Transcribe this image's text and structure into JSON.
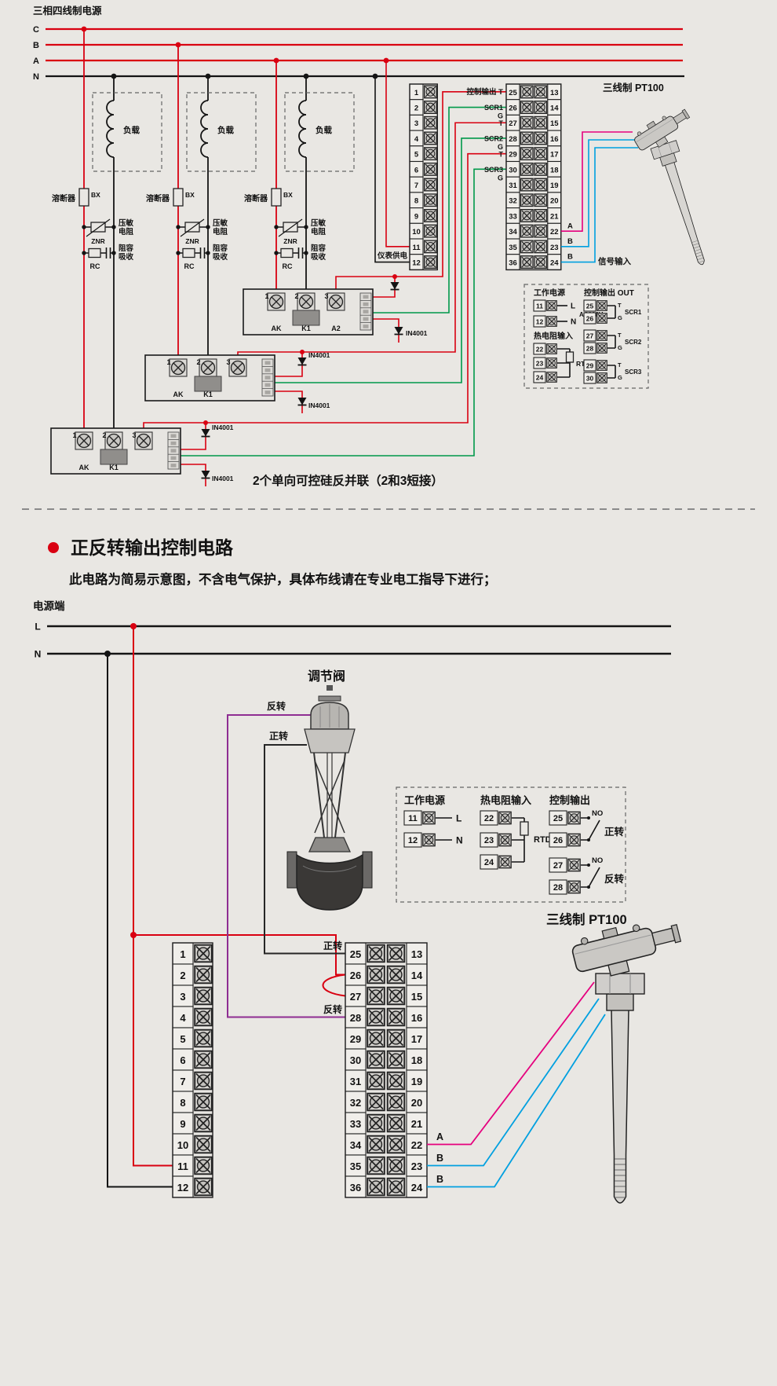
{
  "s1": {
    "title": "三相四线制电源",
    "phases": [
      "C",
      "B",
      "A",
      "N"
    ],
    "load": "负载",
    "fuse": "溶断器",
    "bx": "BX",
    "znr": "ZNR",
    "znr1": "压敏",
    "znr2": "电阻",
    "rc": "RC",
    "rc1": "阻容",
    "rc2": "吸收",
    "diode": "IN4001",
    "mod_nums": [
      "1",
      "2",
      "3"
    ],
    "mods": [
      {
        "t1": "AK",
        "t2": "K1",
        "t3": "A2"
      },
      {
        "t1": "AK",
        "t2": "K1",
        "t3": ""
      },
      {
        "t1": "AK",
        "t2": "K1",
        "t3": ""
      }
    ],
    "block": {
      "colA": [
        "1",
        "2",
        "3",
        "4",
        "5",
        "6",
        "7",
        "8",
        "9",
        "10",
        "11",
        "12"
      ],
      "colBC": [
        {
          "m": "25",
          "r": "13"
        },
        {
          "m": "26",
          "r": "14"
        },
        {
          "m": "27",
          "r": "15"
        },
        {
          "m": "28",
          "r": "16"
        },
        {
          "m": "29",
          "r": "17"
        },
        {
          "m": "30",
          "r": "18"
        },
        {
          "m": "31",
          "r": "19"
        },
        {
          "m": "32",
          "r": "20"
        },
        {
          "m": "33",
          "r": "21"
        },
        {
          "m": "34",
          "r": "22"
        },
        {
          "m": "35",
          "r": "23"
        },
        {
          "m": "36",
          "r": "24"
        }
      ],
      "out_t": "控制输出 T",
      "scr1": "SCR1",
      "scr2": "SCR2",
      "scr3": "SCR3",
      "g": "G",
      "t": "T",
      "meter": "仪表供电",
      "signal": "信号输入",
      "a": "A",
      "b": "B"
    },
    "pt100": "三线制 PT100",
    "legend": {
      "pt": "工作电源",
      "n11": "11",
      "n12": "12",
      "l": "L",
      "n": "N",
      "ac": "AC220V",
      "rt": "热电阻输入",
      "n22": "22",
      "n23": "23",
      "n24": "24",
      "rtd": "RTD",
      "ot": "控制输出 OUT",
      "n25": "25",
      "n26": "26",
      "n27": "27",
      "n28": "28",
      "n29": "29",
      "n30": "30",
      "t": "T",
      "g": "G",
      "scr1": "SCR1",
      "scr2": "SCR2",
      "scr3": "SCR3"
    },
    "caption": "2个单向可控硅反并联（2和3短接）"
  },
  "s2": {
    "title": "正反转输出控制电路",
    "subtitle": "此电路为简易示意图，不含电气保护，具体布线请在专业电工指导下进行；",
    "power": "电源端",
    "l": "L",
    "n": "N",
    "valve": "调节阀",
    "fwd": "正转",
    "rev": "反转",
    "legend": {
      "pt": "工作电源",
      "n11": "11",
      "n12": "12",
      "l": "L",
      "n": "N",
      "rt": "热电阻输入",
      "n22": "22",
      "n23": "23",
      "n24": "24",
      "rtd": "RTD",
      "ot": "控制输出",
      "no": "NO",
      "n25": "25",
      "n26": "26",
      "n27": "27",
      "n28": "28",
      "fwd": "正转",
      "rev": "反转"
    },
    "block": {
      "colA": [
        "1",
        "2",
        "3",
        "4",
        "5",
        "6",
        "7",
        "8",
        "9",
        "10",
        "11",
        "12"
      ],
      "colBC": [
        {
          "m": "25",
          "r": "13"
        },
        {
          "m": "26",
          "r": "14"
        },
        {
          "m": "27",
          "r": "15"
        },
        {
          "m": "28",
          "r": "16"
        },
        {
          "m": "29",
          "r": "17"
        },
        {
          "m": "30",
          "r": "18"
        },
        {
          "m": "31",
          "r": "19"
        },
        {
          "m": "32",
          "r": "20"
        },
        {
          "m": "33",
          "r": "21"
        },
        {
          "m": "34",
          "r": "22"
        },
        {
          "m": "35",
          "r": "23"
        },
        {
          "m": "36",
          "r": "24"
        }
      ],
      "fwd": "正转",
      "rev": "反转",
      "a": "A",
      "b": "B"
    },
    "pt100": "三线制 PT100"
  }
}
